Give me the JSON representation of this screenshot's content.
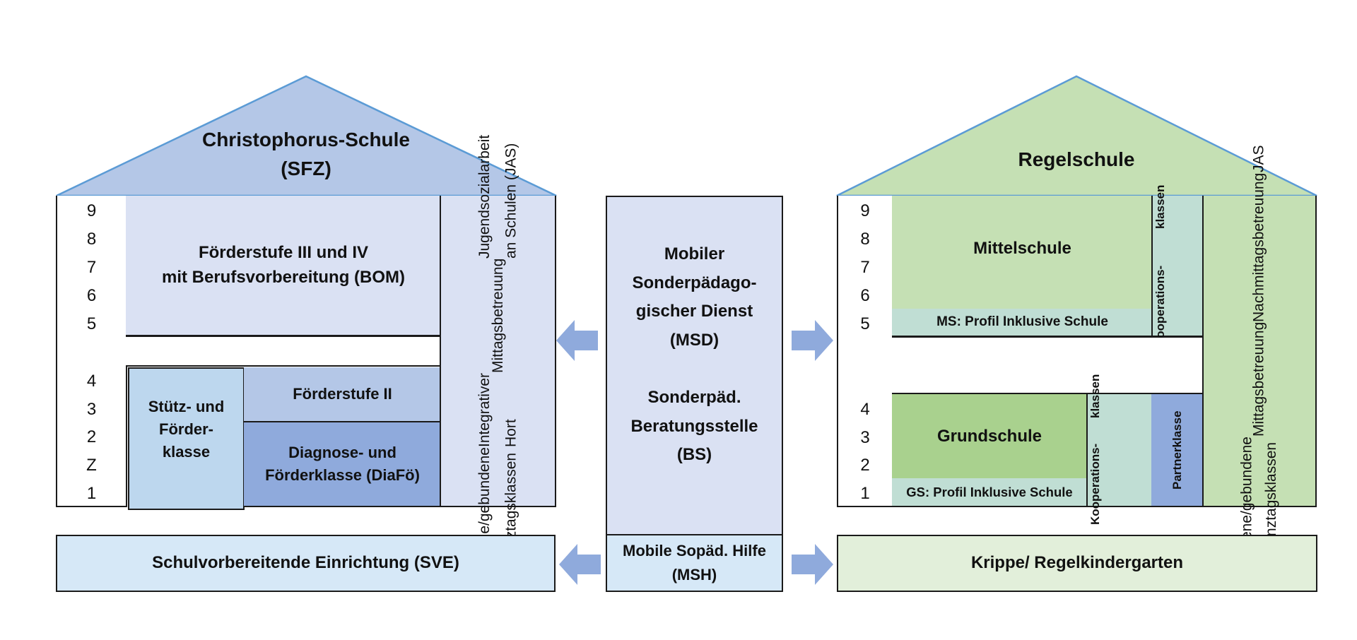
{
  "colors": {
    "roof_left": "#b4c7e7",
    "roof_right": "#c5e0b4",
    "roof_stroke": "#5b9bd5",
    "light_lavender": "#dae1f3",
    "light_blue": "#bdd7ee",
    "mid_blue": "#b4c7e7",
    "dark_blue": "#8faadc",
    "pale_blue": "#d6e8f7",
    "green_light": "#c5e0b4",
    "green_mid": "#a9d18e",
    "teal_light": "#c0ded4",
    "pale_green": "#e2efda",
    "arrow": "#8faadc"
  },
  "left_house": {
    "title_line1": "Christophorus-Schule",
    "title_line2": "(SFZ)",
    "grades_upper": [
      "9",
      "8",
      "7",
      "6",
      "5"
    ],
    "grades_lower": [
      "4",
      "3",
      "2",
      "Z",
      "1"
    ],
    "upper_block": {
      "line1": "Förderstufe III und IV",
      "line2": "mit Berufsvorbereitung (BOM)"
    },
    "stuetz_block": {
      "line1": "Stütz- und",
      "line2": "Förder-",
      "line3": "klasse"
    },
    "foerderstufe2": "Förderstufe II",
    "diafoe": {
      "line1": "Diagnose- und",
      "line2": "Förderklasse (DiaFö)"
    },
    "side_column": [
      "offene/gebundene Ganztagsklassen",
      "Integrativer Hort",
      "Mittagsbetreuung",
      "Jugendsozialarbeit an Schulen (JAS)"
    ]
  },
  "center": {
    "msd": {
      "line1": "Mobiler",
      "line2": "Sonderpädago-",
      "line3": "gischer Dienst",
      "line4": "(MSD)"
    },
    "bs": {
      "line1": "Sonderpäd.",
      "line2": "Beratungsstelle",
      "line3": "(BS)"
    },
    "msh": {
      "line1": "Mobile Sopäd. Hilfe",
      "line2": "(MSH)"
    }
  },
  "right_house": {
    "title": "Regelschule",
    "grades_upper": [
      "9",
      "8",
      "7",
      "6",
      "5"
    ],
    "grades_lower": [
      "4",
      "3",
      "2",
      "1"
    ],
    "mittelschule": "Mittelschule",
    "ms_profile": "MS: Profil Inklusive Schule",
    "koop_upper": {
      "line1": "Kooperations-",
      "line2": "klassen"
    },
    "grundschule": "Grundschule",
    "gs_profile": "GS: Profil Inklusive Schule",
    "koop_lower": {
      "line1": "Kooperations-",
      "line2": "klassen"
    },
    "partnerklasse": "Partnerklasse",
    "side_column": [
      "offene/gebundene Ganztagsklassen",
      "Mittagsbetreuung",
      "Nachmittagsbetreuung",
      "JAS"
    ]
  },
  "bottom": {
    "sve": "Schulvorbereitende Einrichtung (SVE)",
    "krippe": "Krippe/ Regelkindergarten"
  }
}
